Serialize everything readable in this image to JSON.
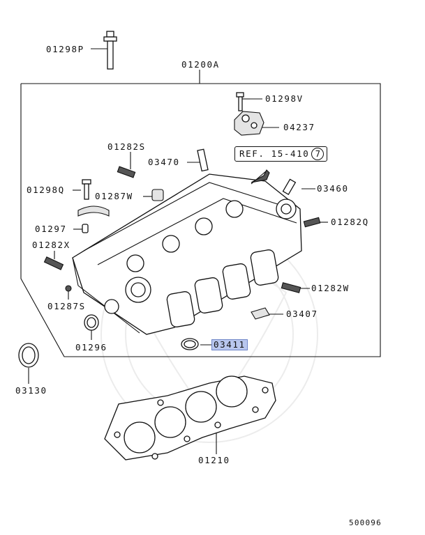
{
  "labels": {
    "p01298P": "01298P",
    "p01200A": "01200A",
    "p01298V": "01298V",
    "p04237": "04237",
    "ref_text": "REF. 15-410",
    "ref_circle": "7",
    "p01282S": "01282S",
    "p03470": "03470",
    "p03460": "03460",
    "p01298Q": "01298Q",
    "p01287W": "01287W",
    "p01297": "01297",
    "p01282Q": "01282Q",
    "p01282X": "01282X",
    "p01282W": "01282W",
    "p01287S": "01287S",
    "p03407": "03407",
    "p01296": "01296",
    "p03411": "03411",
    "p03130": "03130",
    "p01210": "01210",
    "diagram_code": "500096"
  },
  "highlight": {
    "part": "03411",
    "color": "#b9c7ee"
  }
}
